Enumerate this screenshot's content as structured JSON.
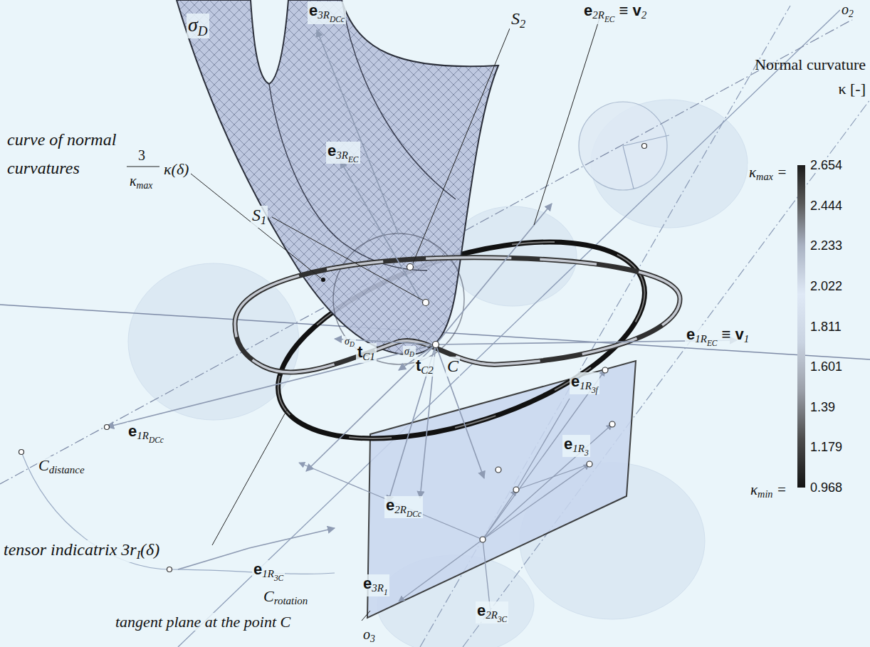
{
  "diagram": {
    "labels": [
      "σD",
      "e3RDCc",
      "S2",
      "e2REC ≡ v2",
      "o2",
      "Normal curvature κ [-]",
      "κmax =",
      "2.654",
      "2.444",
      "2.233",
      "2.022",
      "1.811",
      "1.601",
      "1.39",
      "1.179",
      "0.968",
      "κmin =",
      "S1",
      "e3REC",
      "curve of normal curvatures",
      "3",
      "κmax",
      "κ(δ)",
      "e1REC ≡ v1",
      "σD",
      "tC1",
      "σD",
      "tC2",
      "C",
      "e1RDCc",
      "Cdistance",
      "e1R3f",
      "e1R3",
      "tensor indicatrix 3rI(δ)",
      "e2RDCc",
      "e1R3C",
      "Crotation",
      "tangent plane at the point C",
      "e3R1",
      "e2R3C",
      "o3"
    ]
  }
}
